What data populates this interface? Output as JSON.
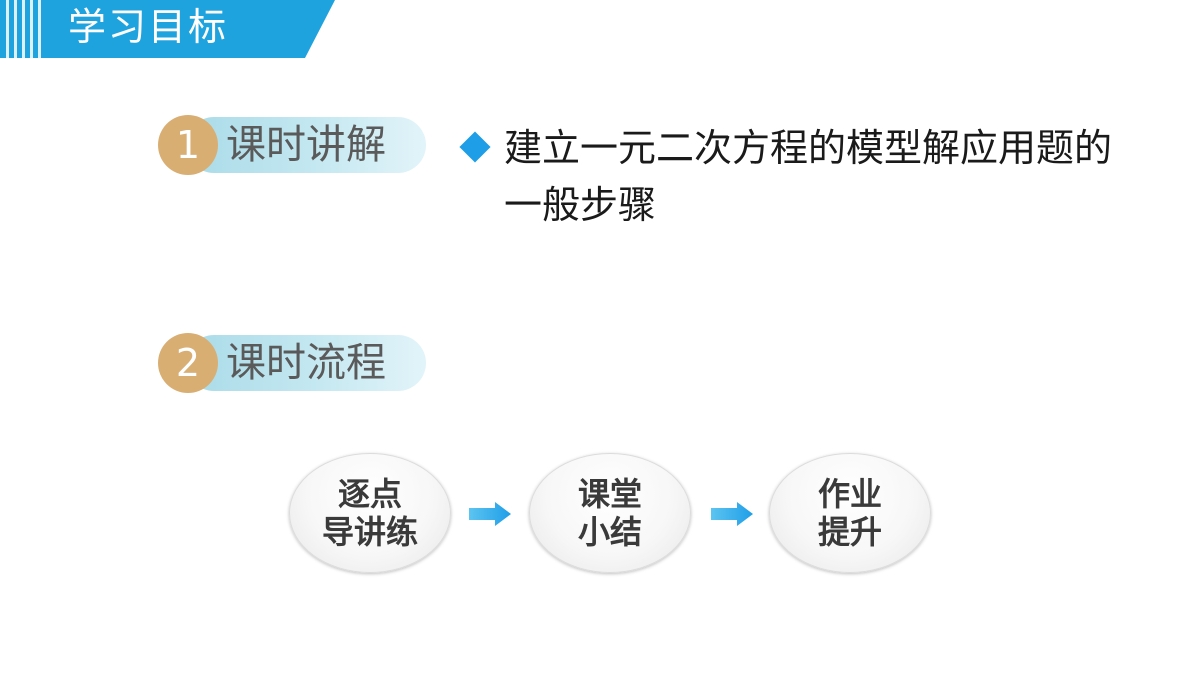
{
  "header": {
    "title": "学习目标"
  },
  "sections": [
    {
      "number": "1",
      "label": "课时讲解"
    },
    {
      "number": "2",
      "label": "课时流程"
    }
  ],
  "objective": {
    "text": "建立一元二次方程的模型解应用题的一般步骤"
  },
  "flow": {
    "nodes": [
      {
        "line1": "逐点",
        "line2": "导讲练"
      },
      {
        "line1": "课堂",
        "line2": "小结"
      },
      {
        "line1": "作业",
        "line2": "提升"
      }
    ]
  },
  "colors": {
    "header_blue": "#1fa3df",
    "circle_tan": "#d9ae73",
    "pill_blue": "#bfe5ef",
    "bullet_blue": "#1f9ee8",
    "arrow_blue": "#29a8e8"
  },
  "icons": {
    "bullet": "diamond-bullet-icon",
    "arrow": "right-arrow-icon"
  }
}
